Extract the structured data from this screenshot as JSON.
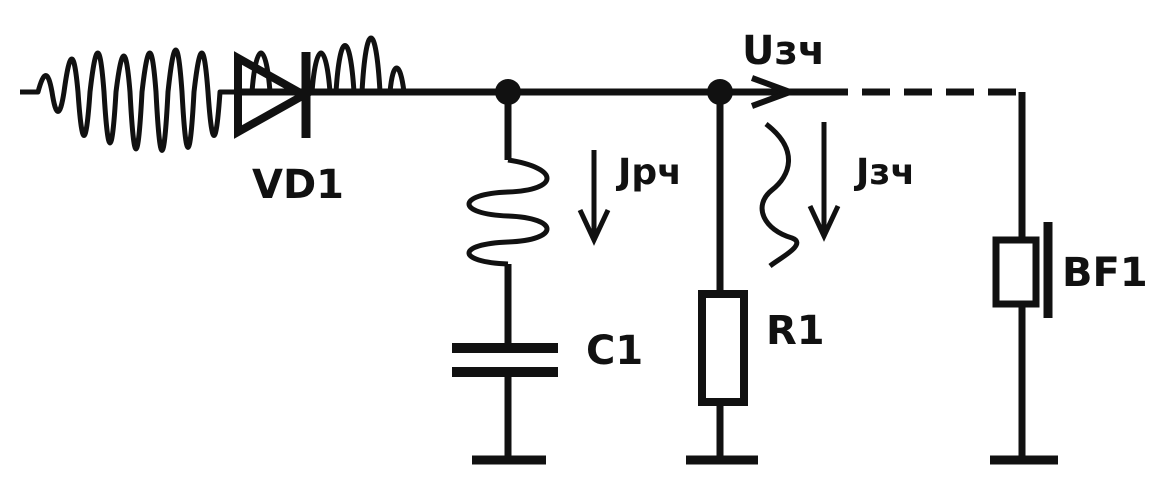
{
  "labels": {
    "diode": "VD1",
    "capacitor": "C1",
    "resistor": "R1",
    "earphone": "BF1",
    "voltage": "Uзч",
    "current_rf": "Jрч",
    "current_af": "Jзч"
  },
  "colors": {
    "ink": "#111111",
    "background": "#ffffff"
  }
}
